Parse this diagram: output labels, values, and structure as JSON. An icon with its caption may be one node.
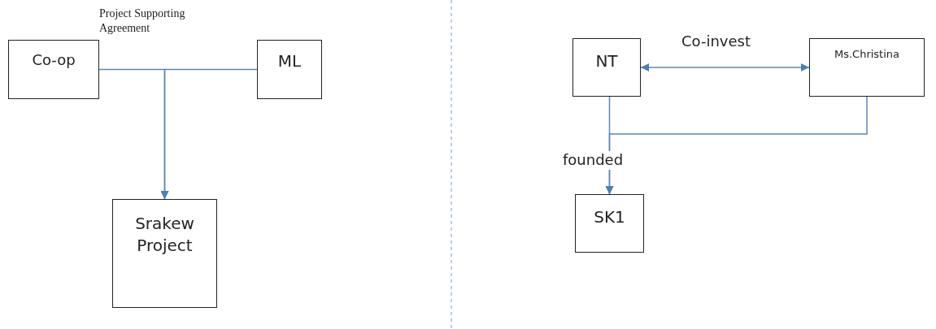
{
  "diagram": {
    "nodes": [
      {
        "text": [
          "Co-op"
        ]
      },
      {
        "text": [
          "ML"
        ]
      },
      {
        "text": [
          "Srakew Project"
        ]
      },
      {
        "text": [
          "NT"
        ]
      },
      {
        "text": [
          "Ms.Christina"
        ]
      },
      {
        "text": [
          "SK1"
        ]
      }
    ],
    "edges": [
      {
        "from": 0,
        "to": 2,
        "arrow": "to",
        "label": "Project Supporting Agreement"
      },
      {
        "from": 1,
        "to": 2,
        "arrow": "to"
      },
      {
        "from": 3,
        "to": 4,
        "arrow": "both",
        "label": "Co-invest"
      },
      {
        "from": 3,
        "to": 5,
        "arrow": "to",
        "label": "founded"
      },
      {
        "from": 4,
        "to": 5,
        "arrow": "to"
      }
    ]
  }
}
